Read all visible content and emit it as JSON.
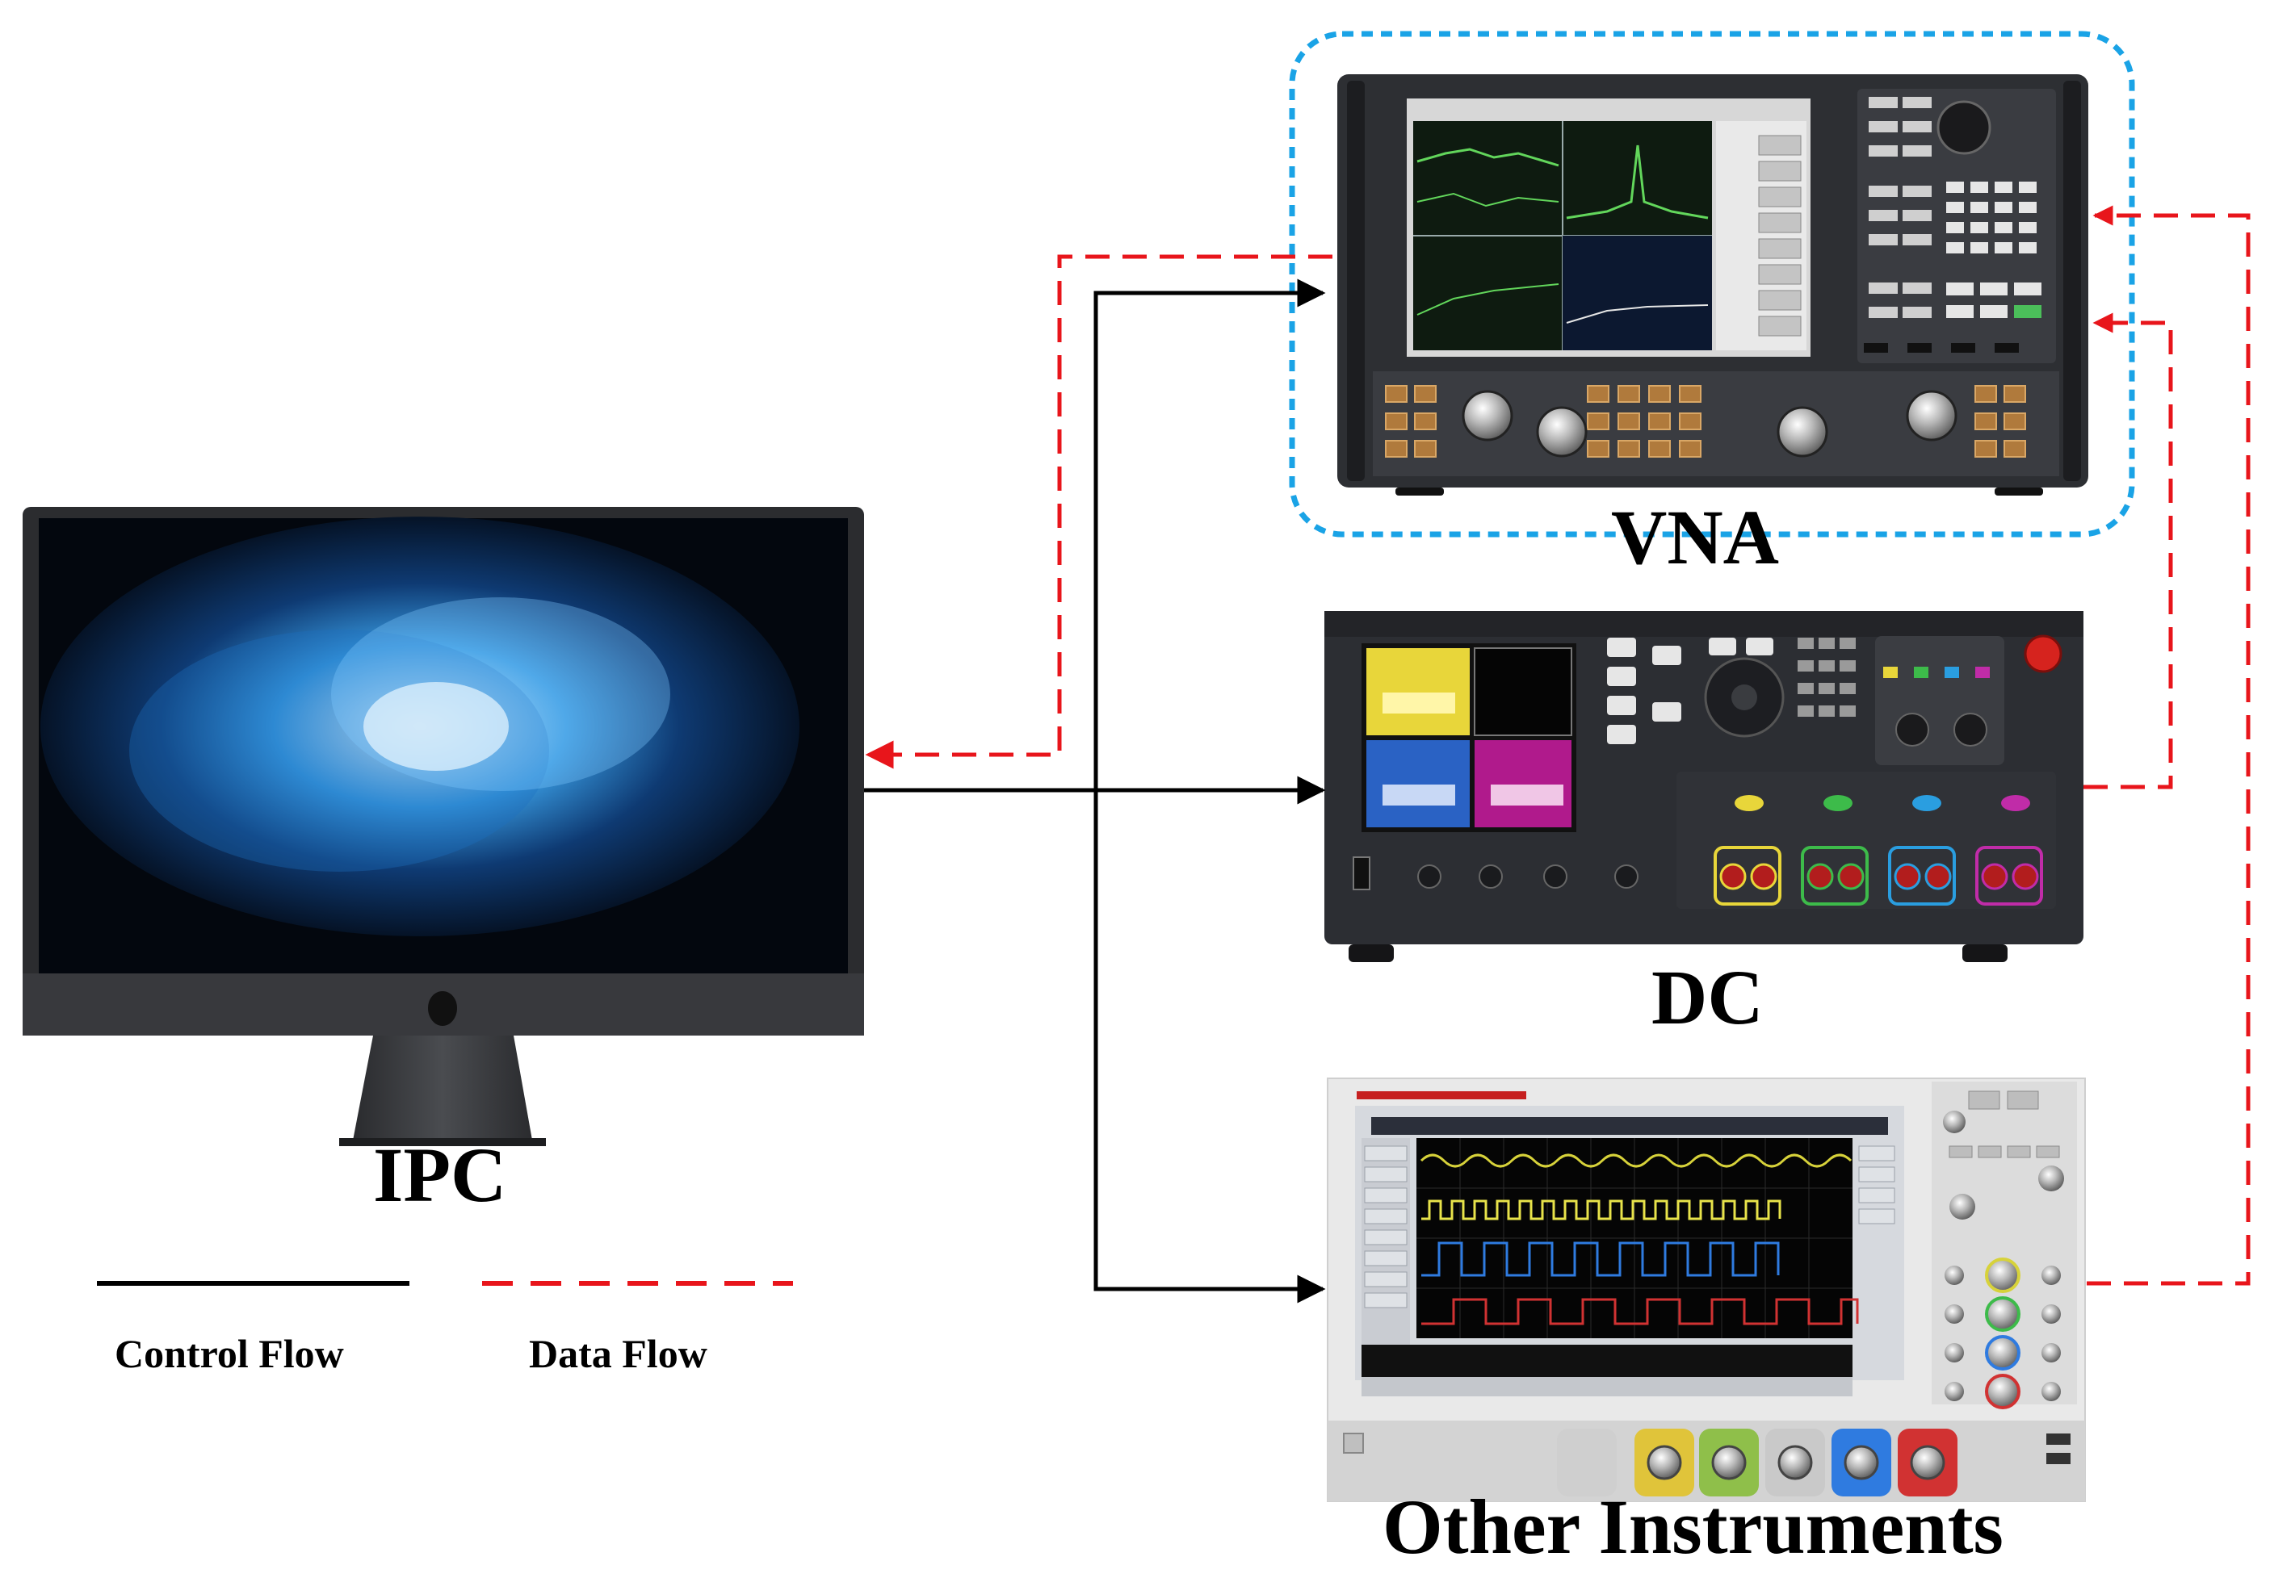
{
  "labels": {
    "vna": "VNA",
    "dc": "DC",
    "other": "Other Instruments",
    "ipc": "IPC"
  },
  "legend": {
    "control": "Control Flow",
    "data": "Data Flow"
  },
  "colors": {
    "control_flow": "#000000",
    "data_flow": "#e8151b",
    "vna_highlight": "#1aa3e6",
    "instrument_panel": "#2b2d30",
    "scope_body": "#e9e9e9"
  },
  "icons": {
    "ipc": "desktop-computer-icon",
    "vna": "network-analyzer-icon",
    "dc": "dc-power-analyzer-icon",
    "other": "oscilloscope-icon"
  }
}
